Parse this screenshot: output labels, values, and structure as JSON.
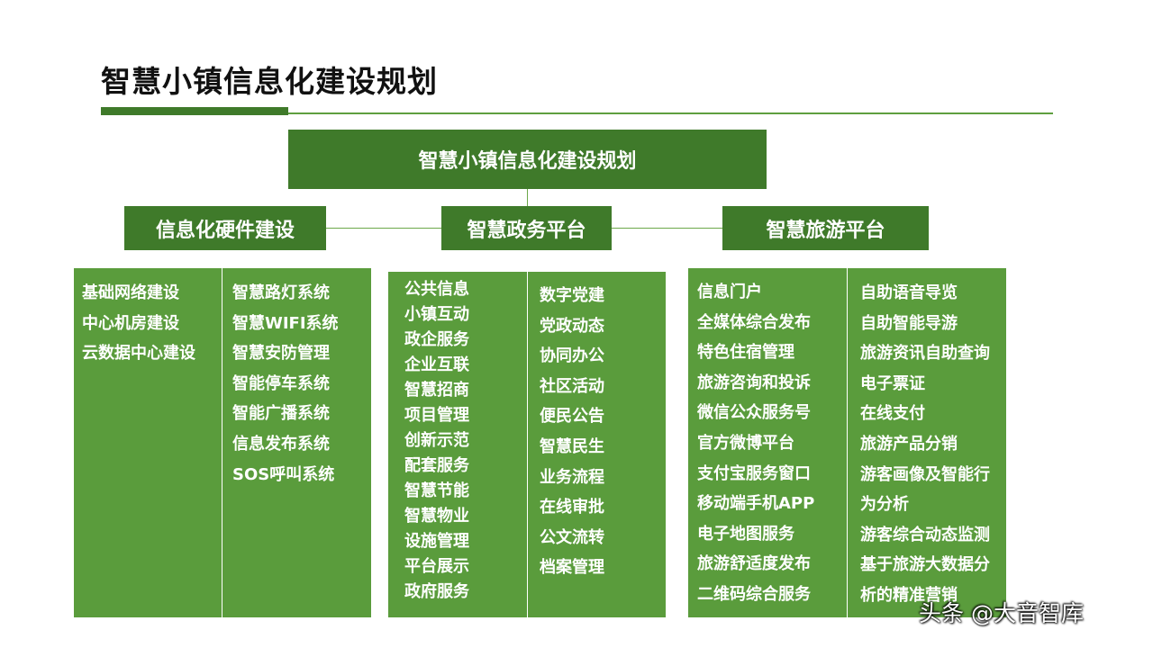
{
  "title": "智慧小镇信息化建设规划",
  "root_label": "智慧小镇信息化建设规划",
  "categories": {
    "hardware": {
      "label": "信息化硬件建设",
      "col1": [
        "基础网络建设",
        "中心机房建设",
        "云数据中心建设"
      ],
      "col2": [
        "智慧路灯系统",
        "智慧WIFI系统",
        "智慧安防管理",
        "智能停车系统",
        "智能广播系统",
        "信息发布系统",
        "SOS呼叫系统"
      ]
    },
    "government": {
      "label": "智慧政务平台",
      "col1": [
        "公共信息",
        "小镇互动",
        "政企服务",
        "企业互联",
        "智慧招商",
        "项目管理",
        "创新示范",
        "配套服务",
        "智慧节能",
        "智慧物业",
        "设施管理",
        "平台展示",
        "政府服务"
      ],
      "col2": [
        "数字党建",
        "党政动态",
        "协同办公",
        "社区活动",
        "便民公告",
        "智慧民生",
        "业务流程",
        "在线审批",
        "公文流转",
        "档案管理"
      ]
    },
    "tourism": {
      "label": "智慧旅游平台",
      "col1": [
        "信息门户",
        "全媒体综合发布",
        "特色住宿管理",
        "旅游咨询和投诉",
        "微信公众服务号",
        "官方微博平台",
        "支付宝服务窗口",
        "移动端手机APP",
        "电子地图服务",
        "旅游舒适度发布",
        "二维码综合服务"
      ],
      "col2": [
        "自助语音导览",
        "自助智能导游",
        "旅游资讯自助查询",
        "电子票证",
        "在线支付",
        "旅游产品分销",
        "游客画像及智能行",
        "为分析",
        "游客综合动态监测",
        "基于旅游大数据分",
        "析的精准营销"
      ]
    }
  },
  "watermark": "头条 @大音智库",
  "colors": {
    "dark_green": "#3f7a2a",
    "panel_green": "#5a9c3c",
    "line_green": "#5e9f3f"
  }
}
